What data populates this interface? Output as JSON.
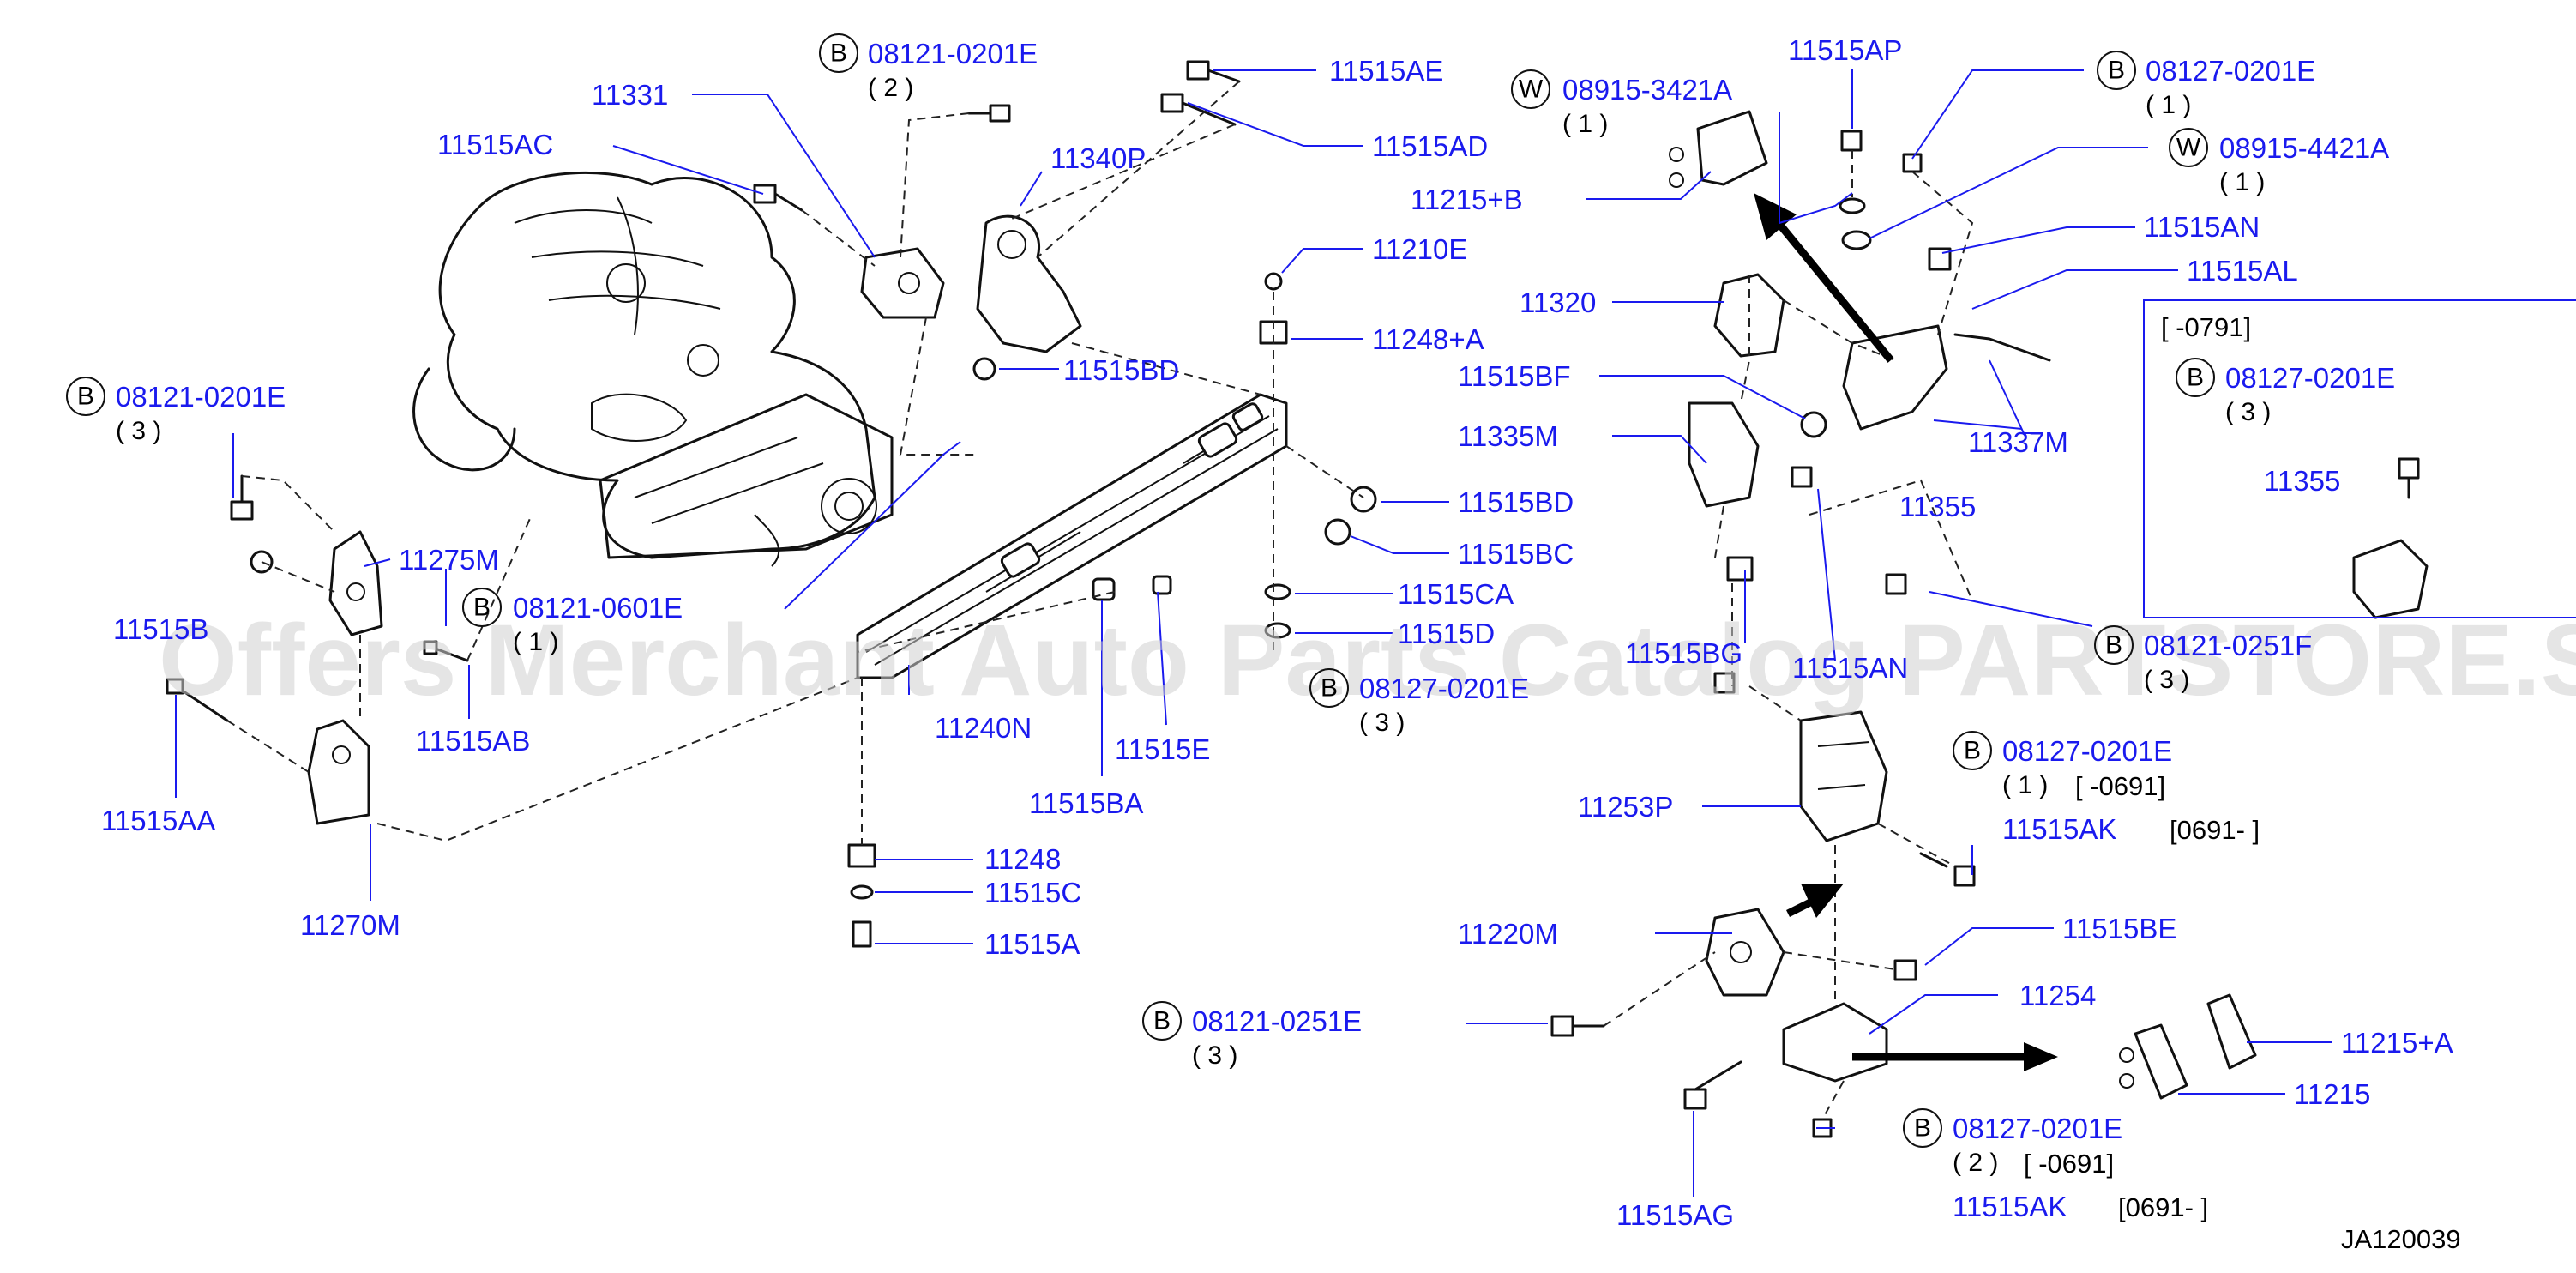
{
  "labels": {
    "p11331": "11331",
    "p11515AC": "11515AC",
    "b_top_code": "08121-0201E",
    "b_top_qty": "( 2 )",
    "p11515AE": "11515AE",
    "p11515AD": "11515AD",
    "p11340P": "11340P",
    "p11210E": "11210E",
    "p11248A": "11248+A",
    "p11515BD_a": "11515BD",
    "p11515BD_b": "11515BD",
    "p11515BC": "11515BC",
    "p11515CA": "11515CA",
    "p11515D": "11515D",
    "b_mid_code": "08127-0201E",
    "b_mid_qty": "( 3 )",
    "b_left_code": "08121-0201E",
    "b_left_qty": "( 3 )",
    "p11275M": "11275M",
    "p11515B": "11515B",
    "b_0601_code": "08121-0601E",
    "b_0601_qty": "( 1 )",
    "p11515AB": "11515AB",
    "p11515AA": "11515AA",
    "p11270M": "11270M",
    "p11240N": "11240N",
    "p11515E": "11515E",
    "p11515BA": "11515BA",
    "p11248": "11248",
    "p11515C": "11515C",
    "p11515A": "11515A",
    "p11515AP": "11515AP",
    "w_top_code": "08915-3421A",
    "w_top_qty": "( 1 )",
    "b_tr_code": "08127-0201E",
    "b_tr_qty": "( 1 )",
    "w_tr_code": "08915-4421A",
    "w_tr_qty": "( 1 )",
    "p11215B": "11215+B",
    "p11515AN_a": "11515AN",
    "p11515AL": "11515AL",
    "p11320": "11320",
    "p11515BF": "11515BF",
    "p11335M": "11335M",
    "p11337M": "11337M",
    "p11355_a": "11355",
    "p11515BG": "11515BG",
    "p11515AN_b": "11515AN",
    "b_0251F_code": "08121-0251F",
    "b_0251F_qty": "( 3 )",
    "p11253P": "11253P",
    "b_k1_code": "08127-0201E",
    "b_k1_qty": "( 1 )",
    "b_k1_range1": "[           -0691]",
    "p11515AK_a": "11515AK",
    "b_k1_range2": "[0691-                    ]",
    "p11220M": "11220M",
    "p11515BE": "11515BE",
    "p11254": "11254",
    "b_0251E_code": "08121-0251E",
    "b_0251E_qty": "( 3 )",
    "p11215A": "11215+A",
    "p11215": "11215",
    "b_k2_code": "08127-0201E",
    "b_k2_qty": "( 2 )",
    "b_k2_range1": "[           -0691]",
    "p11515AK_b": "11515AK",
    "b_k2_range2": "[0691-                    ]",
    "p11515AG": "11515AG",
    "box_range": "[           -0791]",
    "box_b_code": "08127-0201E",
    "box_b_qty": "( 3 )",
    "box_p11355": "11355",
    "diagram_id": "JA120039"
  },
  "circle_letters": {
    "b": "B",
    "w": "W"
  },
  "watermark": "Offers Merchant Auto Parts Catalog PARTSTORE.SA",
  "colors": {
    "label": "#1a1aee",
    "line": "#111111",
    "background": "#ffffff"
  }
}
